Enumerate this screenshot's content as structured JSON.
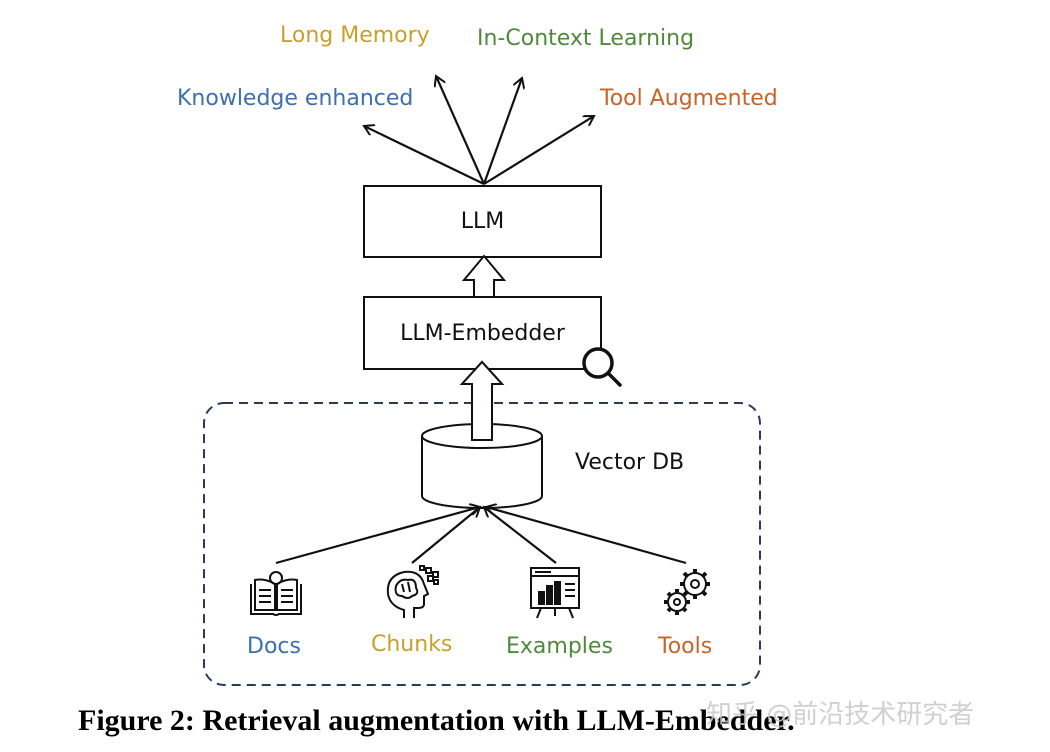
{
  "outputs": {
    "long_memory": "Long Memory",
    "in_context": "In-Context Learning",
    "knowledge": "Knowledge enhanced",
    "tool_aug": "Tool Augmented"
  },
  "boxes": {
    "llm": "LLM",
    "embedder": "LLM-Embedder",
    "vector_db": "Vector DB"
  },
  "sources": {
    "docs": "Docs",
    "chunks": "Chunks",
    "examples": "Examples",
    "tools": "Tools"
  },
  "caption": "Figure 2: Retrieval augmentation with LLM-Embedder.",
  "watermark": "知乎 @前沿技术研究者",
  "colors": {
    "blue": "#3e6fb0",
    "gold": "#c8a02a",
    "green": "#4f8a3c",
    "orange": "#c8642a",
    "dash": "#2b3a5a"
  },
  "icons": {
    "docs": "open-book-icon",
    "chunks": "brain-head-icon",
    "examples": "presentation-board-icon",
    "tools": "gears-icon",
    "embedder": "magnifier-icon"
  }
}
